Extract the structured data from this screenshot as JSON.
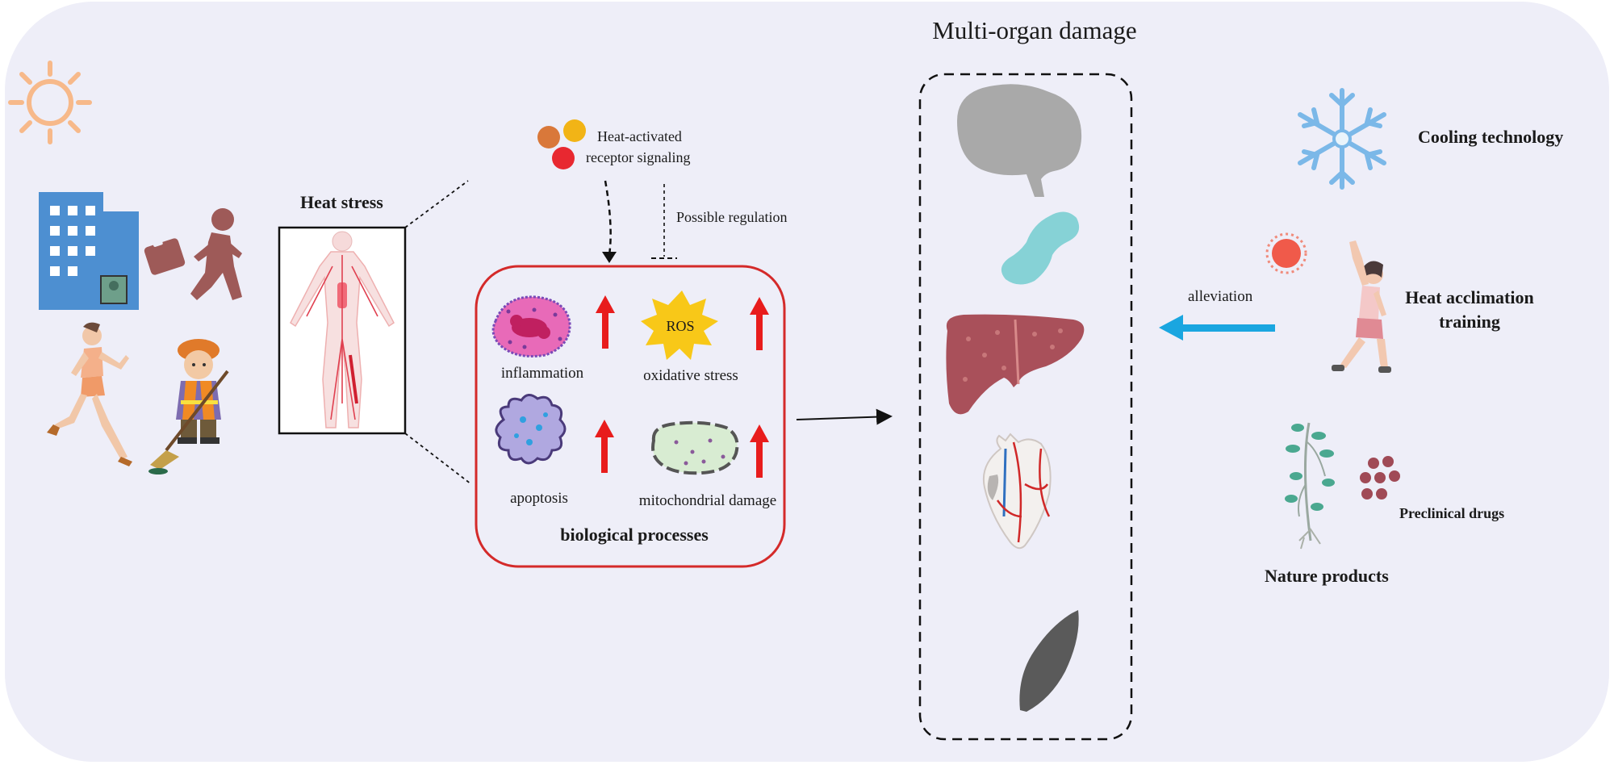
{
  "labels": {
    "heat_stress": "Heat stress",
    "heat_activated": "Heat-activated",
    "receptor_signaling": "receptor signaling",
    "possible_regulation": "Possible   regulation",
    "inflammation": "inflammation",
    "ros": "ROS",
    "oxidative_stress": "oxidative stress",
    "apoptosis": "apoptosis",
    "mitochondrial_damage": "mitochondrial damage",
    "biological_processes": "biological processes",
    "multi_organ_damage": "Multi-organ damage",
    "alleviation": "alleviation",
    "cooling_technology": "Cooling technology",
    "heat_acclimation_1": "Heat acclimation",
    "heat_acclimation_2": "training",
    "preclinical_drugs": "Preclinical drugs",
    "nature_products": "Nature products"
  },
  "colors": {
    "background": "#eeeef8",
    "process_box": "#d42a2a",
    "up_arrow": "#e81c1c",
    "alleviation_arrow": "#1aa6e0",
    "sun": "#f7b98a",
    "building": "#4d8fd1",
    "brain": "#a9a9a9",
    "liver": "#a9505a",
    "muscle": "#5a5a5a",
    "snowflake": "#7bb8e8"
  }
}
